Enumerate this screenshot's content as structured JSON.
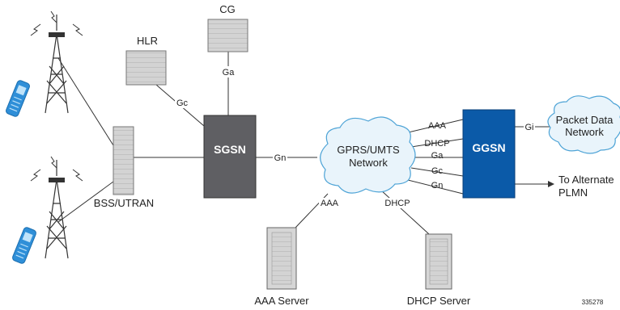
{
  "nodes": {
    "cg": "CG",
    "hlr": "HLR",
    "sgsn": "SGSN",
    "ggsn": "GGSN",
    "bss": "BSS/UTRAN",
    "cloud_line1": "GPRS/UMTS",
    "cloud_line2": "Network",
    "pdn_line1": "Packet Data",
    "pdn_line2": "Network",
    "aaa_server": "AAA Server",
    "dhcp_server": "DHCP Server"
  },
  "interfaces": {
    "ga_cg": "Ga",
    "gc_hlr": "Gc",
    "gn_sgsn": "Gn",
    "aaa_top": "AAA",
    "dhcp_top": "DHCP",
    "ga": "Ga",
    "gc": "Gc",
    "gn": "Gn",
    "gi": "Gi",
    "aaa_bottom": "AAA",
    "dhcp_bottom": "DHCP"
  },
  "alternate": {
    "line1": "To Alternate",
    "line2": "PLMN"
  },
  "figure_id": "335278",
  "colors": {
    "sgsn": "#5f5f63",
    "ggsn": "#0b5aa8",
    "equipment": "#d3d3d3",
    "cloud_fill": "#e9f4fb",
    "cloud_stroke": "#4da3d6",
    "phone": "#2f8fd8"
  }
}
